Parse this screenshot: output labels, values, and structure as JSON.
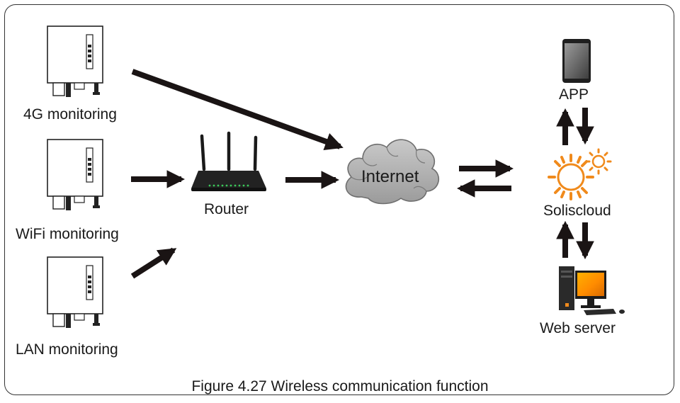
{
  "nodes": {
    "inverter_4g": "4G monitoring",
    "inverter_wifi": "WiFi monitoring",
    "inverter_lan": "LAN monitoring",
    "router": "Router",
    "internet": "Internet",
    "app": "APP",
    "soliscloud": "Soliscloud",
    "web_server": "Web server"
  },
  "caption": "Figure 4.27 Wireless communication function"
}
